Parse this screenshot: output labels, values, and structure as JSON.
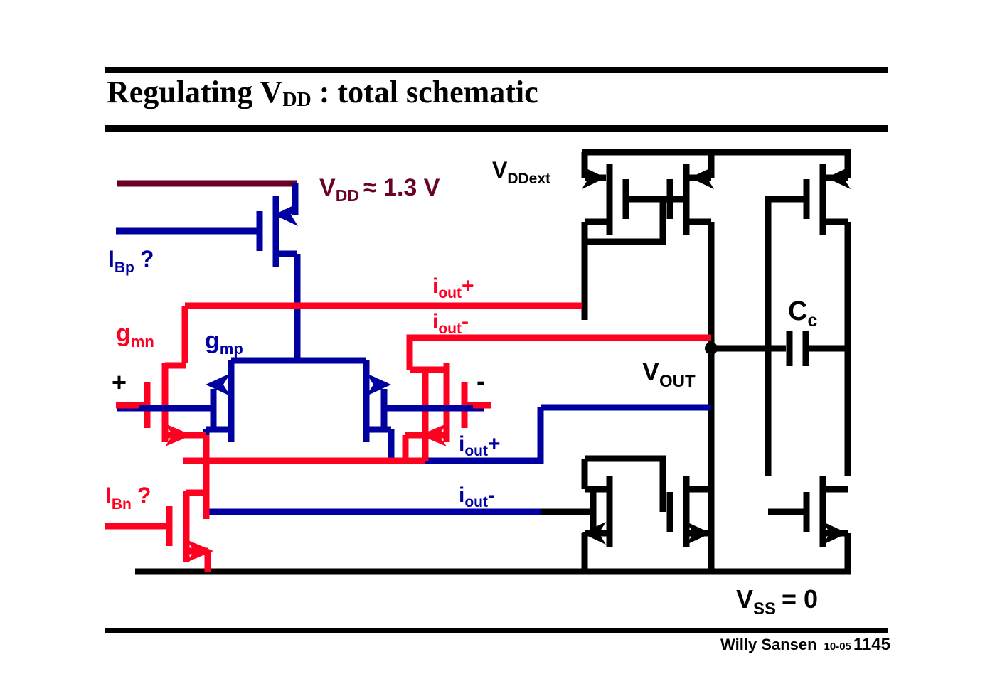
{
  "slide": {
    "title_main_1": "Regulating V",
    "title_sub_1": "DD",
    "title_main_2": " : total schematic",
    "title_full": "Regulating VDD : total schematic"
  },
  "footer": {
    "author": "Willy Sansen",
    "date": "10-05",
    "page": "1145"
  },
  "colors": {
    "red": "#FF0020",
    "blue": "#0000A0",
    "maroon": "#6B0028",
    "black": "#000000",
    "background": "#FFFFFF"
  },
  "schematic": {
    "labels": {
      "vdd_internal": "V",
      "vdd_internal_sub": "DD",
      "vdd_internal_value": "≈ 1.3 V",
      "vdd_ext": "V",
      "vdd_ext_sub": "DDext",
      "vss": "V",
      "vss_sub": "SS",
      "vss_value": "= 0",
      "vout": "V",
      "vout_sub": "OUT",
      "ibp": "I",
      "ibp_sub": "Bp",
      "ibp_q": "?",
      "ibn": "I",
      "ibn_sub": "Bn",
      "ibn_q": "?",
      "gmn": "g",
      "gmn_sub": "mn",
      "gmp": "g",
      "gmp_sub": "mp",
      "cc": "C",
      "cc_sub": "c",
      "input_plus": "+",
      "input_minus": "-",
      "iout_red_plus": "i",
      "iout_red_plus_sub": "out",
      "iout_red_plus_sign": "+",
      "iout_red_minus": "i",
      "iout_red_minus_sub": "out",
      "iout_red_minus_sign": "-",
      "iout_blue_plus": "i",
      "iout_blue_plus_sub": "out",
      "iout_blue_plus_sign": "+",
      "iout_blue_minus": "i",
      "iout_blue_minus_sub": "out",
      "iout_blue_minus_sign": "-"
    }
  }
}
